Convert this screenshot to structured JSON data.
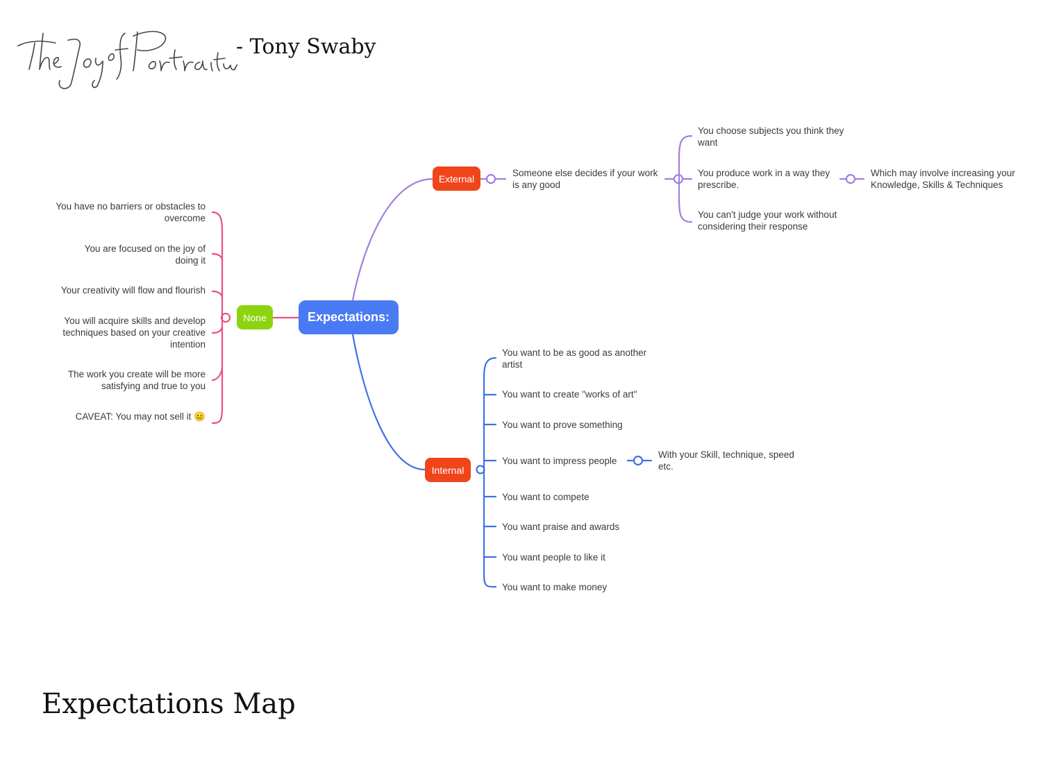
{
  "header": {
    "logo_text": "The Joy of Portraiture",
    "author": "- Tony Swaby"
  },
  "caption": "Expectations Map",
  "colors": {
    "root": "#4a7af3",
    "branch_node": "#f0451b",
    "none_node": "#8cd40f",
    "external_line": "#a27de0",
    "internal_line": "#3f6fe8",
    "none_line": "#e94f86"
  },
  "mindmap": {
    "root": "Expectations:",
    "external": {
      "label": "External",
      "child": "Someone else decides if your work is any good",
      "items": [
        "You choose subjects you think they want",
        "You produce work in a way they prescribe.",
        "You can't judge your work without considering their response"
      ],
      "sub_item": "Which may involve increasing your Knowledge, Skills & Techniques"
    },
    "internal": {
      "label": "Internal",
      "items": [
        "You want to be as good as another artist",
        "You want to create \"works of art\"",
        "You want to prove something",
        "You want to impress people",
        "You want to compete",
        "You want praise and awards",
        "You want people to like it",
        "You want to make money"
      ],
      "sub_item": "With your Skill, technique, speed etc."
    },
    "none": {
      "label": "None",
      "items": [
        "You have no barriers or obstacles to overcome",
        "You are focused on the joy of doing it",
        "Your creativity will flow and flourish",
        "You will acquire skills and develop techniques based on your creative intention",
        "The work you create will be more satisfying and true to you",
        "CAVEAT: You may not sell it 😐"
      ]
    }
  }
}
